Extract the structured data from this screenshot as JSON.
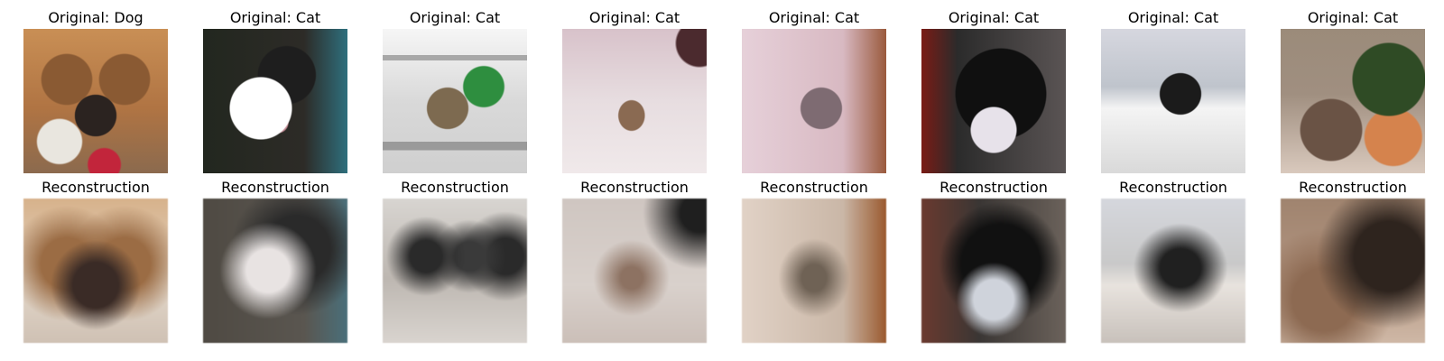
{
  "figure": {
    "originals": [
      {
        "caption": "Original: Dog"
      },
      {
        "caption": "Original: Cat"
      },
      {
        "caption": "Original: Cat"
      },
      {
        "caption": "Original: Cat"
      },
      {
        "caption": "Original: Cat"
      },
      {
        "caption": "Original: Cat"
      },
      {
        "caption": "Original: Cat"
      },
      {
        "caption": "Original: Cat"
      }
    ],
    "reconstructions": [
      {
        "caption": "Reconstruction"
      },
      {
        "caption": "Reconstruction"
      },
      {
        "caption": "Reconstruction"
      },
      {
        "caption": "Reconstruction"
      },
      {
        "caption": "Reconstruction"
      },
      {
        "caption": "Reconstruction"
      },
      {
        "caption": "Reconstruction"
      },
      {
        "caption": "Reconstruction"
      }
    ]
  }
}
